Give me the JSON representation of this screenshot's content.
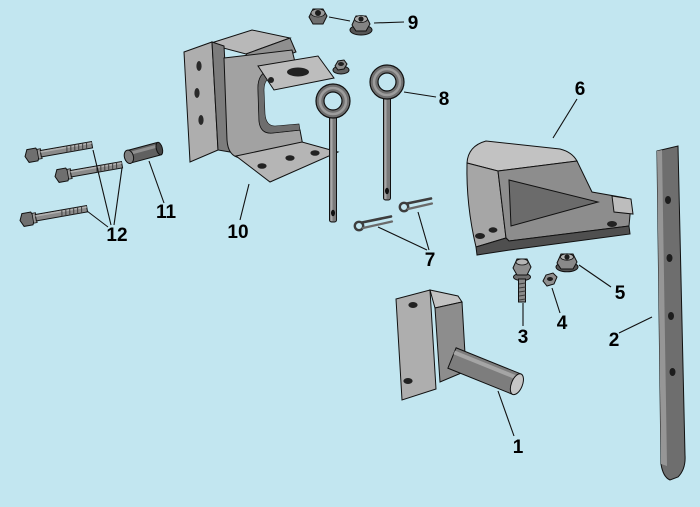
{
  "diagram": {
    "background_color": "#c2e6f0",
    "label_color": "#000000",
    "leader_line_color": "#111111",
    "parts": [
      {
        "label": "1",
        "name": "pin-bracket"
      },
      {
        "label": "2",
        "name": "flat-stay-bar"
      },
      {
        "label": "3",
        "name": "hex-bolt"
      },
      {
        "label": "4",
        "name": "small-nut"
      },
      {
        "label": "5",
        "name": "flange-nut"
      },
      {
        "label": "6",
        "name": "support-bracket"
      },
      {
        "label": "7",
        "name": "cotter-pins"
      },
      {
        "label": "8",
        "name": "eye-pins"
      },
      {
        "label": "9",
        "name": "lock-nuts"
      },
      {
        "label": "10",
        "name": "channel-bracket"
      },
      {
        "label": "11",
        "name": "clevis-pin"
      },
      {
        "label": "12",
        "name": "hex-bolts"
      }
    ]
  }
}
